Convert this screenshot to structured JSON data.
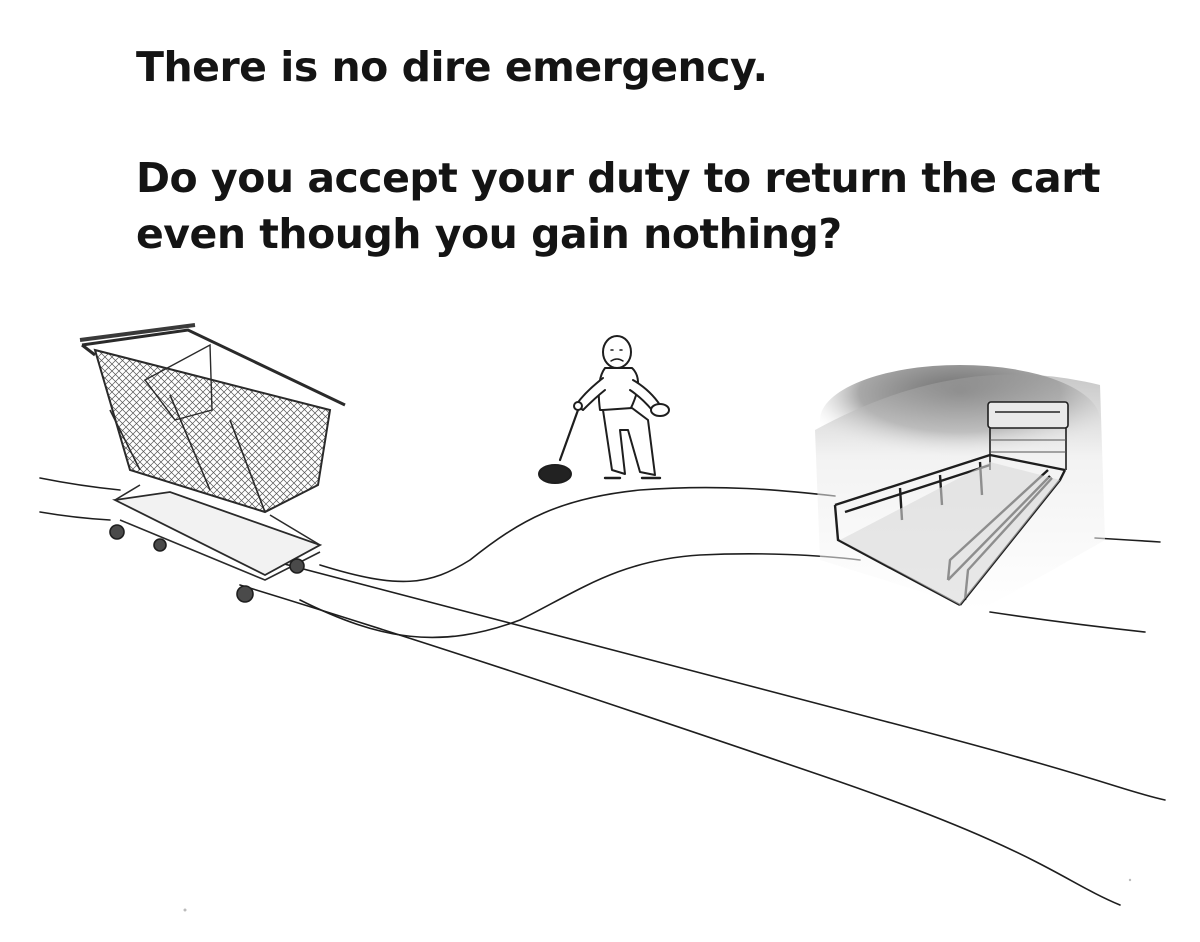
{
  "caption": {
    "line1": "There is no dire emergency.",
    "line2": "Do you accept your duty to return the cart\neven though you gain nothing?"
  },
  "illustration": {
    "style": "pencil sketch, trolley problem meme",
    "ink_color": "#1e1e1e",
    "shadow_color": "#8a8a8a",
    "objects": [
      "shopping-cart",
      "person-with-lever",
      "cart-corral",
      "track-lines"
    ]
  }
}
